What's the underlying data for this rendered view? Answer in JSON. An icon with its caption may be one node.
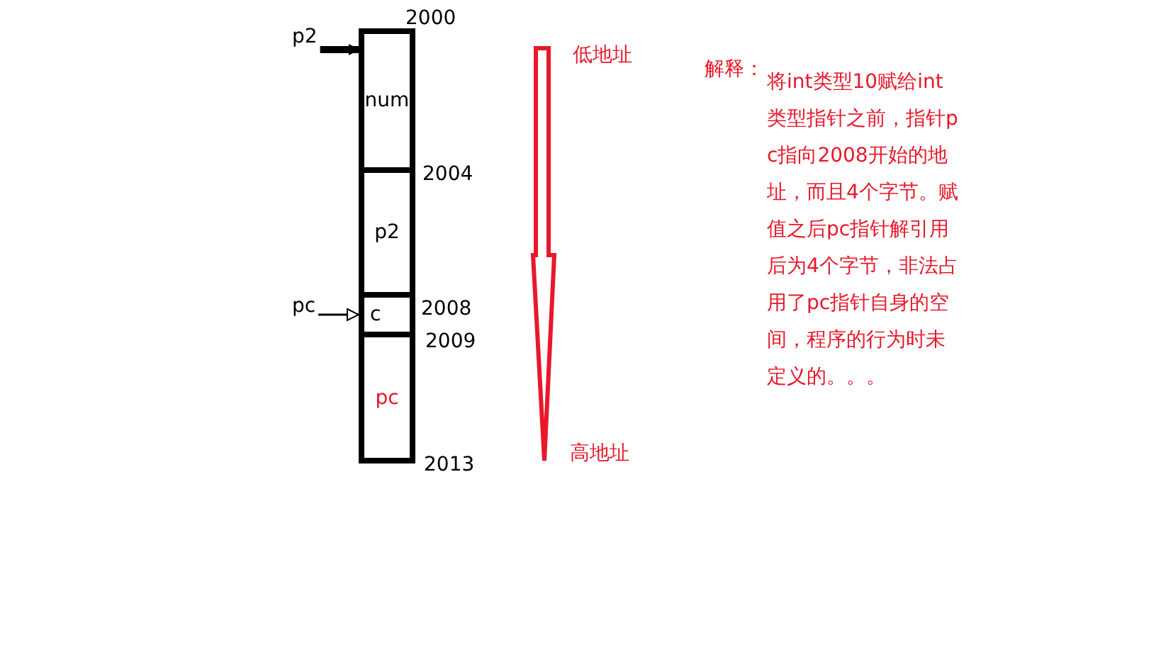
{
  "diagram": {
    "nodes": [
      {
        "text": [
          "p2"
        ]
      },
      {
        "text": [
          "num"
        ]
      },
      {
        "text": [
          "p2"
        ]
      },
      {
        "text": [
          "c"
        ]
      },
      {
        "text": [
          "pc"
        ]
      },
      {
        "text": [
          "pc"
        ]
      }
    ],
    "edges": [
      {
        "from": 0,
        "to": 1,
        "arrow": "to",
        "style": "thick"
      },
      {
        "from": 5,
        "to": 3,
        "arrow": "to"
      }
    ],
    "labels": [
      "2000",
      "2004",
      "2008",
      "2009",
      "2013",
      "低地址",
      "高地址",
      "解释：",
      "将int类型10赋给int类型指针之前，指针pc指向2008开始的地址，而且4个字节。赋值之后pc指针解引用后为4个字节，非法占用了pc指针自身的空间，程序的行为时未定义的。。。"
    ]
  }
}
